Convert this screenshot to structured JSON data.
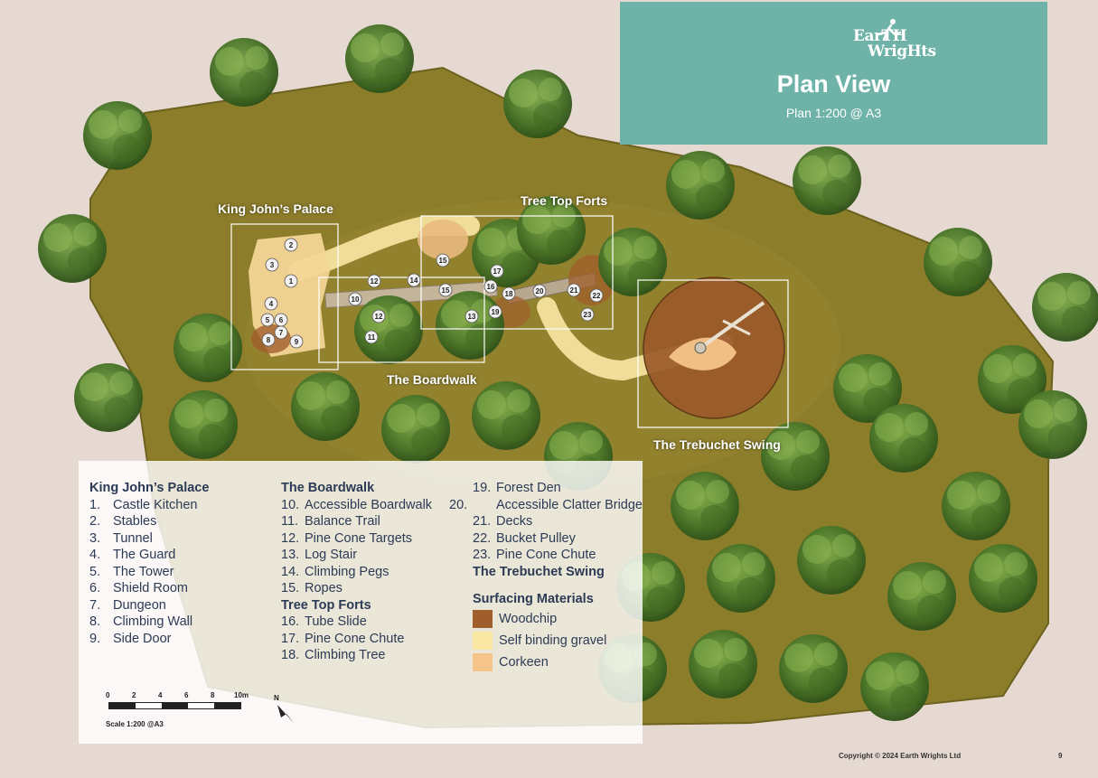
{
  "colors": {
    "background": "#e6d9d1",
    "site": "#8c7d2b",
    "woodchip": "#a05e2c",
    "gravel": "#fbe8a4",
    "corkeen": "#f5c488",
    "title_panel": "#6fb3a8",
    "text": "#2c3a55"
  },
  "header": {
    "logo_line1": "EarTH",
    "logo_line2": "WrigHts",
    "title": "Plan View",
    "scale": "Plan 1:200 @ A3"
  },
  "map_labels": {
    "palace": "King John’s Palace",
    "forts": "Tree Top Forts",
    "boardwalk": "The Boardwalk",
    "trebuchet": "The Trebuchet Swing"
  },
  "markers": [
    "1",
    "2",
    "3",
    "4",
    "5",
    "6",
    "7",
    "8",
    "9",
    "10",
    "11",
    "12",
    "12",
    "13",
    "14",
    "15",
    "15",
    "16",
    "17",
    "18",
    "19",
    "20",
    "21",
    "22",
    "23"
  ],
  "legend": {
    "palace": {
      "heading": "King John’s Palace",
      "items": [
        {
          "num": "1.",
          "label": "Castle Kitchen"
        },
        {
          "num": "2.",
          "label": "Stables"
        },
        {
          "num": "3.",
          "label": "Tunnel"
        },
        {
          "num": "4.",
          "label": "The Guard"
        },
        {
          "num": "5.",
          "label": "The Tower"
        },
        {
          "num": "6.",
          "label": "Shield Room"
        },
        {
          "num": "7.",
          "label": "Dungeon"
        },
        {
          "num": "8.",
          "label": "Climbing Wall"
        },
        {
          "num": "9.",
          "label": "Side Door"
        }
      ]
    },
    "boardwalk": {
      "heading": "The Boardwalk",
      "items": [
        {
          "num": "10.",
          "label": "Accessible Boardwalk"
        },
        {
          "num": "11.",
          "label": "Balance Trail"
        },
        {
          "num": "12.",
          "label": "Pine Cone Targets"
        },
        {
          "num": "13.",
          "label": "Log Stair"
        },
        {
          "num": "14.",
          "label": "Climbing Pegs"
        },
        {
          "num": "15.",
          "label": "Ropes"
        }
      ]
    },
    "forts": {
      "heading": "Tree Top Forts",
      "items": [
        {
          "num": "16.",
          "label": "Tube Slide"
        },
        {
          "num": "17.",
          "label": "Pine Cone Chute"
        },
        {
          "num": "18.",
          "label": "Climbing Tree"
        },
        {
          "num": "19.",
          "label": "Forest Den"
        },
        {
          "num": "20.",
          "label": "Accessible Clatter Bridge"
        },
        {
          "num": "21.",
          "label": "Decks"
        },
        {
          "num": "22.",
          "label": "Bucket Pulley"
        },
        {
          "num": "23.",
          "label": "Pine Cone Chute"
        }
      ]
    },
    "trebuchet": {
      "heading": "The Trebuchet Swing"
    },
    "surfacing": {
      "heading": "Surfacing Materials",
      "items": [
        {
          "label": "Woodchip",
          "color": "#a05e2c"
        },
        {
          "label": "Self binding gravel",
          "color": "#fbe8a4"
        },
        {
          "label": "Corkeen",
          "color": "#f5c488"
        }
      ]
    }
  },
  "scalebar": {
    "ticks": [
      "0",
      "2",
      "4",
      "6",
      "8",
      "10m"
    ],
    "caption": "Scale 1:200 @A3",
    "north": "N"
  },
  "footer": {
    "copyright": "Copyright © 2024 Earth Wrights Ltd",
    "page": "9"
  }
}
